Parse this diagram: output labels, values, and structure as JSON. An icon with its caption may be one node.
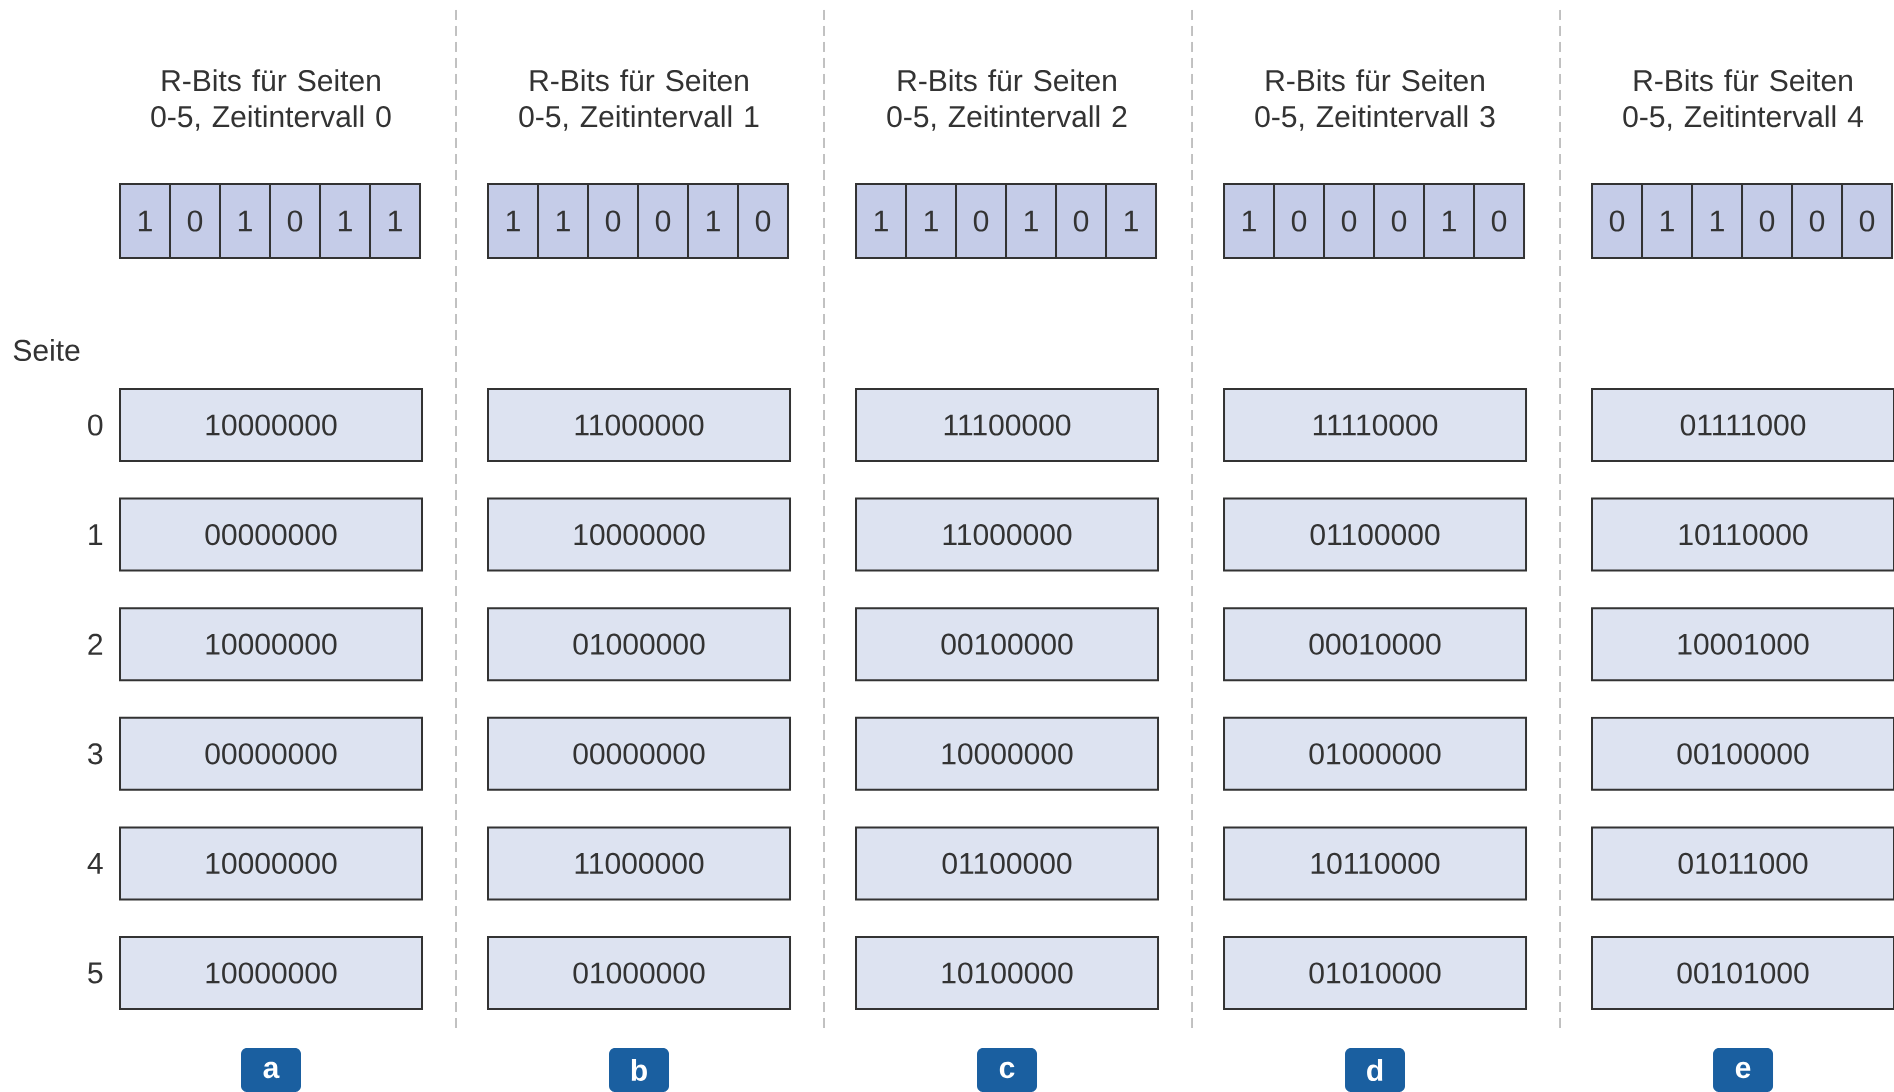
{
  "diagram": {
    "nodes": [
      {
        "text": [
          "1"
        ]
      },
      {
        "text": [
          "0"
        ]
      },
      {
        "text": [
          "1"
        ]
      },
      {
        "text": [
          "0"
        ]
      },
      {
        "text": [
          "1"
        ]
      },
      {
        "text": [
          "1"
        ]
      },
      {
        "text": [
          "10000000"
        ]
      },
      {
        "text": [
          "00000000"
        ]
      },
      {
        "text": [
          "10000000"
        ]
      },
      {
        "text": [
          "00000000"
        ]
      },
      {
        "text": [
          "10000000"
        ]
      },
      {
        "text": [
          "10000000"
        ]
      },
      {
        "text": [
          "a"
        ]
      },
      {
        "text": [
          "1"
        ]
      },
      {
        "text": [
          "1"
        ]
      },
      {
        "text": [
          "0"
        ]
      },
      {
        "text": [
          "0"
        ]
      },
      {
        "text": [
          "1"
        ]
      },
      {
        "text": [
          "0"
        ]
      },
      {
        "text": [
          "11000000"
        ]
      },
      {
        "text": [
          "10000000"
        ]
      },
      {
        "text": [
          "01000000"
        ]
      },
      {
        "text": [
          "00000000"
        ]
      },
      {
        "text": [
          "11000000"
        ]
      },
      {
        "text": [
          "01000000"
        ]
      },
      {
        "text": [
          "b"
        ]
      },
      {
        "text": [
          "1"
        ]
      },
      {
        "text": [
          "1"
        ]
      },
      {
        "text": [
          "0"
        ]
      },
      {
        "text": [
          "1"
        ]
      },
      {
        "text": [
          "0"
        ]
      },
      {
        "text": [
          "1"
        ]
      },
      {
        "text": [
          "11100000"
        ]
      },
      {
        "text": [
          "11000000"
        ]
      },
      {
        "text": [
          "00100000"
        ]
      },
      {
        "text": [
          "10000000"
        ]
      },
      {
        "text": [
          "01100000"
        ]
      },
      {
        "text": [
          "10100000"
        ]
      },
      {
        "text": [
          "c"
        ]
      },
      {
        "text": [
          "1"
        ]
      },
      {
        "text": [
          "0"
        ]
      },
      {
        "text": [
          "0"
        ]
      },
      {
        "text": [
          "0"
        ]
      },
      {
        "text": [
          "1"
        ]
      },
      {
        "text": [
          "0"
        ]
      },
      {
        "text": [
          "11110000"
        ]
      },
      {
        "text": [
          "01100000"
        ]
      },
      {
        "text": [
          "00010000"
        ]
      },
      {
        "text": [
          "01000000"
        ]
      },
      {
        "text": [
          "10110000"
        ]
      },
      {
        "text": [
          "01010000"
        ]
      },
      {
        "text": [
          "d"
        ]
      },
      {
        "text": [
          "0"
        ]
      },
      {
        "text": [
          "1"
        ]
      },
      {
        "text": [
          "1"
        ]
      },
      {
        "text": [
          "0"
        ]
      },
      {
        "text": [
          "0"
        ]
      },
      {
        "text": [
          "0"
        ]
      },
      {
        "text": [
          "01111000"
        ]
      },
      {
        "text": [
          "10110000"
        ]
      },
      {
        "text": [
          "10001000"
        ]
      },
      {
        "text": [
          "00100000"
        ]
      },
      {
        "text": [
          "01011000"
        ]
      },
      {
        "text": [
          "00101000"
        ]
      },
      {
        "text": [
          "e"
        ]
      }
    ],
    "labels": [
      "R-Bits für Seiten 0-5, Zeitintervall 0",
      "R-Bits für Seiten 0-5, Zeitintervall 1",
      "R-Bits für Seiten 0-5, Zeitintervall 2",
      "R-Bits für Seiten 0-5, Zeitintervall 3",
      "R-Bits für Seiten 0-5, Zeitintervall 4",
      "Seite",
      "0",
      "1",
      "2",
      "3",
      "4",
      "5"
    ]
  }
}
